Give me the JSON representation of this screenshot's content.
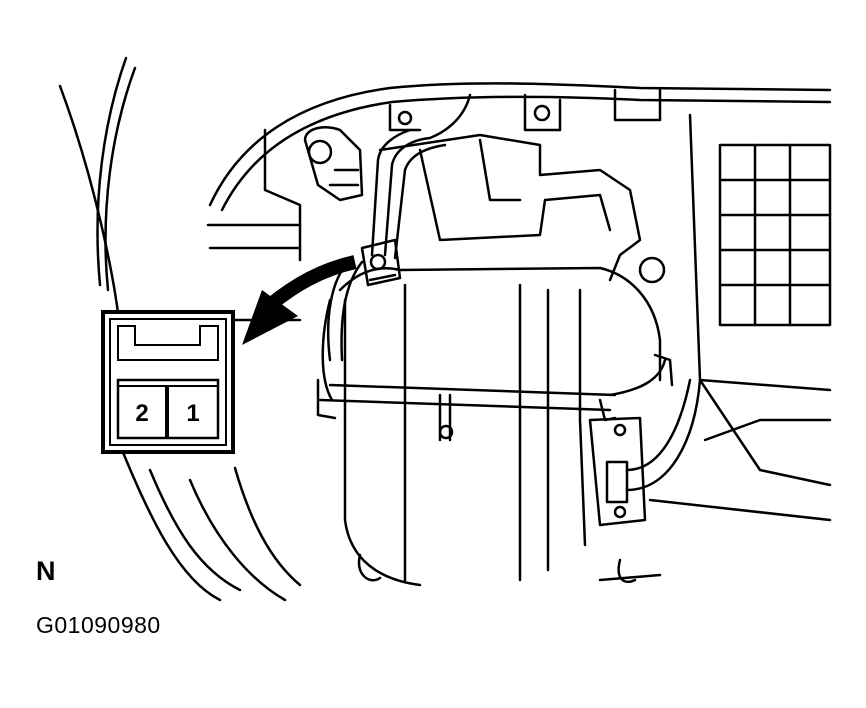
{
  "connector": {
    "pins": [
      "2",
      "1"
    ]
  },
  "view_label": "N",
  "figure_code": "G01090980",
  "colors": {
    "line": "#000000",
    "background": "#ffffff"
  }
}
